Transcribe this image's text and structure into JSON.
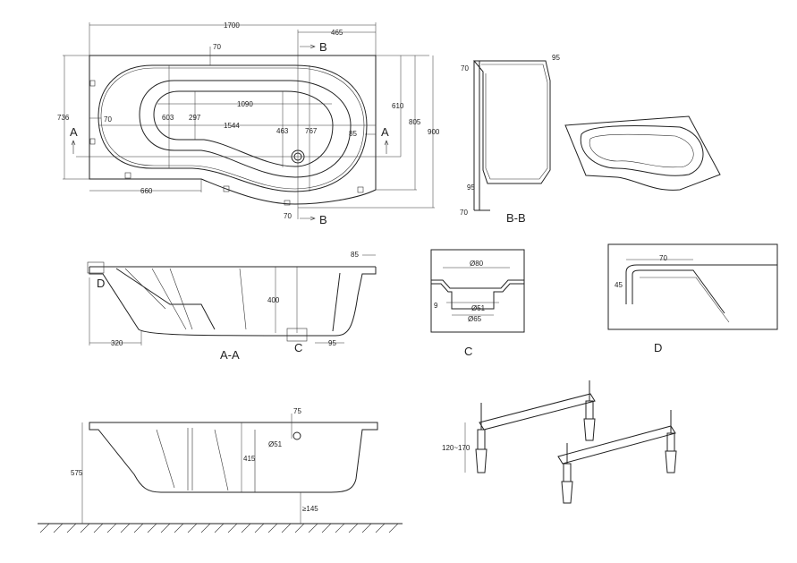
{
  "top_view": {
    "dims": {
      "length": "1700",
      "right_part": "465",
      "rim_top": "70",
      "rim_left": "70",
      "inner_length": "1090",
      "inner_width_left": "603",
      "seat_width": "297",
      "bottom_length": "1544",
      "drain_offset": "463",
      "inner_width_right": "767",
      "rim_right": "85",
      "right_610": "610",
      "right_805": "805",
      "right_900": "900",
      "left_736": "736",
      "bottom_660": "660",
      "rim_bottom": "70"
    },
    "section_a": "A",
    "section_b": "B"
  },
  "section_bb": {
    "title": "B-B",
    "dims": {
      "top_rim": "70",
      "top_right": "95",
      "bottom_95": "95",
      "bottom_70": "70"
    }
  },
  "section_aa": {
    "title": "A-A",
    "dims": {
      "rim": "85",
      "depth": "400",
      "seat": "320",
      "radius": "95"
    },
    "detail_c": "C",
    "detail_d": "D"
  },
  "detail_c": {
    "title": "C",
    "dims": {
      "d80": "Ø80",
      "t9": "9",
      "d51": "Ø51",
      "d65": "Ø65"
    }
  },
  "detail_d": {
    "title": "D",
    "dims": {
      "w70": "70",
      "h45": "45"
    }
  },
  "side_view": {
    "dims": {
      "overflow": "75",
      "d51": "Ø51",
      "depth": "415",
      "height": "575",
      "clearance": "≥145"
    }
  },
  "legs": {
    "height_range": "120~170"
  }
}
